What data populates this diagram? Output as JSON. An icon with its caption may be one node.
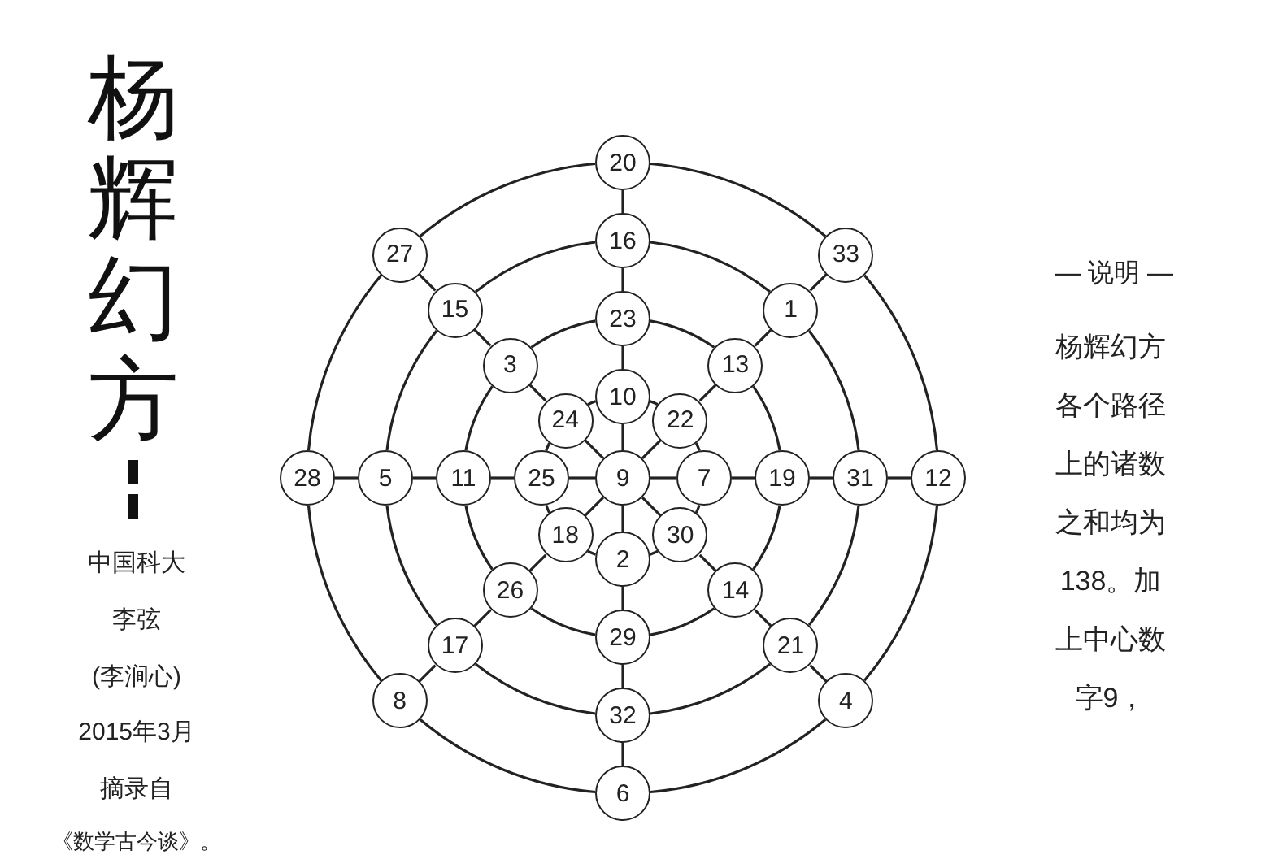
{
  "diagram": {
    "title": "杨辉幻方",
    "nodes": [
      {
        "text": [
          "20"
        ]
      },
      {
        "text": [
          "27"
        ]
      },
      {
        "text": [
          "16"
        ]
      },
      {
        "text": [
          "33"
        ]
      },
      {
        "text": [
          "15"
        ]
      },
      {
        "text": [
          "23"
        ]
      },
      {
        "text": [
          "1"
        ]
      },
      {
        "text": [
          "3"
        ]
      },
      {
        "text": [
          "13"
        ]
      },
      {
        "text": [
          "10"
        ]
      },
      {
        "text": [
          "24"
        ]
      },
      {
        "text": [
          "22"
        ]
      },
      {
        "text": [
          "28"
        ]
      },
      {
        "text": [
          "5"
        ]
      },
      {
        "text": [
          "11"
        ]
      },
      {
        "text": [
          "25"
        ]
      },
      {
        "text": [
          "9"
        ]
      },
      {
        "text": [
          "7"
        ]
      },
      {
        "text": [
          "19"
        ]
      },
      {
        "text": [
          "31"
        ]
      },
      {
        "text": [
          "12"
        ]
      },
      {
        "text": [
          "18"
        ]
      },
      {
        "text": [
          "2"
        ]
      },
      {
        "text": [
          "30"
        ]
      },
      {
        "text": [
          "26"
        ]
      },
      {
        "text": [
          "14"
        ]
      },
      {
        "text": [
          "29"
        ]
      },
      {
        "text": [
          "17"
        ]
      },
      {
        "text": [
          "21"
        ]
      },
      {
        "text": [
          "8"
        ]
      },
      {
        "text": [
          "32"
        ]
      },
      {
        "text": [
          "4"
        ]
      },
      {
        "text": [
          "6"
        ]
      }
    ],
    "edges": [
      {
        "from": 0,
        "to": 2,
        "arrow": "none"
      },
      {
        "from": 2,
        "to": 5,
        "arrow": "none"
      },
      {
        "from": 5,
        "to": 9,
        "arrow": "none"
      },
      {
        "from": 9,
        "to": 16,
        "arrow": "none"
      },
      {
        "from": 16,
        "to": 22,
        "arrow": "none"
      },
      {
        "from": 22,
        "to": 26,
        "arrow": "none"
      },
      {
        "from": 26,
        "to": 30,
        "arrow": "none"
      },
      {
        "from": 30,
        "to": 32,
        "arrow": "none"
      },
      {
        "from": 12,
        "to": 13,
        "arrow": "none"
      },
      {
        "from": 13,
        "to": 14,
        "arrow": "none"
      },
      {
        "from": 14,
        "to": 15,
        "arrow": "none"
      },
      {
        "from": 15,
        "to": 16,
        "arrow": "none"
      },
      {
        "from": 16,
        "to": 17,
        "arrow": "none"
      },
      {
        "from": 17,
        "to": 18,
        "arrow": "none"
      },
      {
        "from": 18,
        "to": 19,
        "arrow": "none"
      },
      {
        "from": 19,
        "to": 20,
        "arrow": "none"
      },
      {
        "from": 1,
        "to": 4,
        "arrow": "none"
      },
      {
        "from": 4,
        "to": 7,
        "arrow": "none"
      },
      {
        "from": 7,
        "to": 10,
        "arrow": "none"
      },
      {
        "from": 10,
        "to": 16,
        "arrow": "none"
      },
      {
        "from": 16,
        "to": 23,
        "arrow": "none"
      },
      {
        "from": 23,
        "to": 25,
        "arrow": "none"
      },
      {
        "from": 25,
        "to": 28,
        "arrow": "none"
      },
      {
        "from": 28,
        "to": 31,
        "arrow": "none"
      },
      {
        "from": 3,
        "to": 6,
        "arrow": "none"
      },
      {
        "from": 6,
        "to": 8,
        "arrow": "none"
      },
      {
        "from": 8,
        "to": 11,
        "arrow": "none"
      },
      {
        "from": 11,
        "to": 16,
        "arrow": "none"
      },
      {
        "from": 16,
        "to": 21,
        "arrow": "none"
      },
      {
        "from": 21,
        "to": 24,
        "arrow": "none"
      },
      {
        "from": 24,
        "to": 27,
        "arrow": "none"
      },
      {
        "from": 27,
        "to": 29,
        "arrow": "none"
      },
      {
        "from": 0,
        "to": 3,
        "arrow": "none"
      },
      {
        "from": 3,
        "to": 20,
        "arrow": "none"
      },
      {
        "from": 20,
        "to": 31,
        "arrow": "none"
      },
      {
        "from": 31,
        "to": 32,
        "arrow": "none"
      },
      {
        "from": 32,
        "to": 29,
        "arrow": "none"
      },
      {
        "from": 29,
        "to": 12,
        "arrow": "none"
      },
      {
        "from": 12,
        "to": 1,
        "arrow": "none"
      },
      {
        "from": 1,
        "to": 0,
        "arrow": "none"
      },
      {
        "from": 2,
        "to": 6,
        "arrow": "none"
      },
      {
        "from": 6,
        "to": 19,
        "arrow": "none"
      },
      {
        "from": 19,
        "to": 28,
        "arrow": "none"
      },
      {
        "from": 28,
        "to": 30,
        "arrow": "none"
      },
      {
        "from": 30,
        "to": 27,
        "arrow": "none"
      },
      {
        "from": 27,
        "to": 13,
        "arrow": "none"
      },
      {
        "from": 13,
        "to": 4,
        "arrow": "none"
      },
      {
        "from": 4,
        "to": 2,
        "arrow": "none"
      },
      {
        "from": 5,
        "to": 8,
        "arrow": "none"
      },
      {
        "from": 8,
        "to": 18,
        "arrow": "none"
      },
      {
        "from": 18,
        "to": 25,
        "arrow": "none"
      },
      {
        "from": 25,
        "to": 26,
        "arrow": "none"
      },
      {
        "from": 26,
        "to": 24,
        "arrow": "none"
      },
      {
        "from": 24,
        "to": 14,
        "arrow": "none"
      },
      {
        "from": 14,
        "to": 7,
        "arrow": "none"
      },
      {
        "from": 7,
        "to": 5,
        "arrow": "none"
      },
      {
        "from": 9,
        "to": 11,
        "arrow": "none"
      },
      {
        "from": 11,
        "to": 17,
        "arrow": "none"
      },
      {
        "from": 17,
        "to": 23,
        "arrow": "none"
      },
      {
        "from": 23,
        "to": 22,
        "arrow": "none"
      },
      {
        "from": 22,
        "to": 21,
        "arrow": "none"
      },
      {
        "from": 21,
        "to": 15,
        "arrow": "none"
      },
      {
        "from": 15,
        "to": 10,
        "arrow": "none"
      },
      {
        "from": 10,
        "to": 9,
        "arrow": "none"
      }
    ],
    "labels": [
      "中国科大",
      "李弦",
      "(李涧心)",
      "2015年3月",
      "摘录自",
      "《数学古今谈》。",
      "— 说明 —",
      "杨辉幻方各个路径上的诸数之和均为138。加上中心数字9，"
    ]
  }
}
